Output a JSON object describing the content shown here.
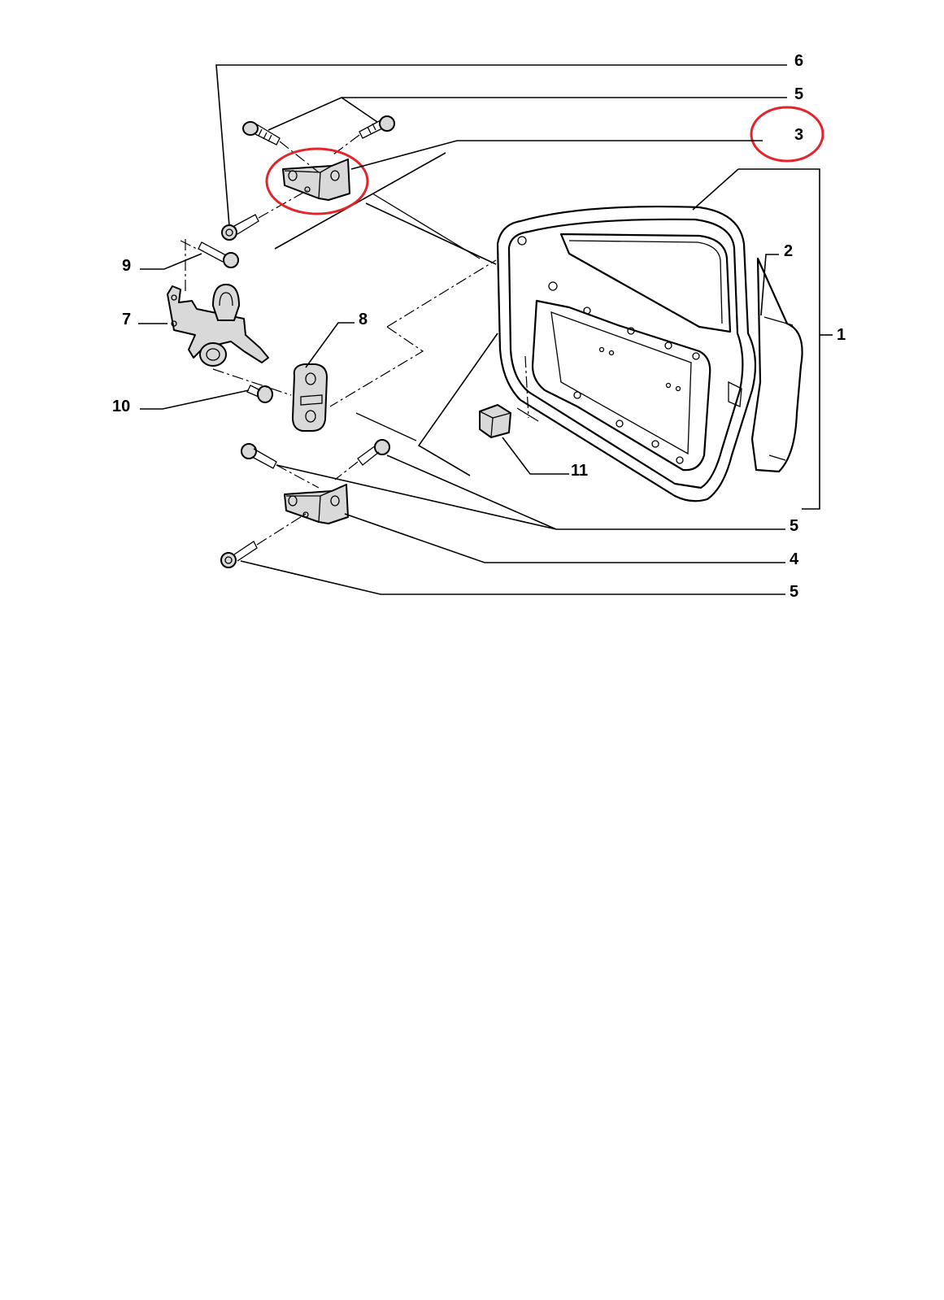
{
  "diagram": {
    "callouts": {
      "c1": "1",
      "c2": "2",
      "c3": "3",
      "c4": "4",
      "c5_top": "5",
      "c5_mid": "5",
      "c5_bottom": "5",
      "c6": "6",
      "c7": "7",
      "c8": "8",
      "c9": "9",
      "c10": "10",
      "c11": "11"
    },
    "highlight_color": "#e3242b",
    "highlighted_parts": [
      "3"
    ]
  }
}
